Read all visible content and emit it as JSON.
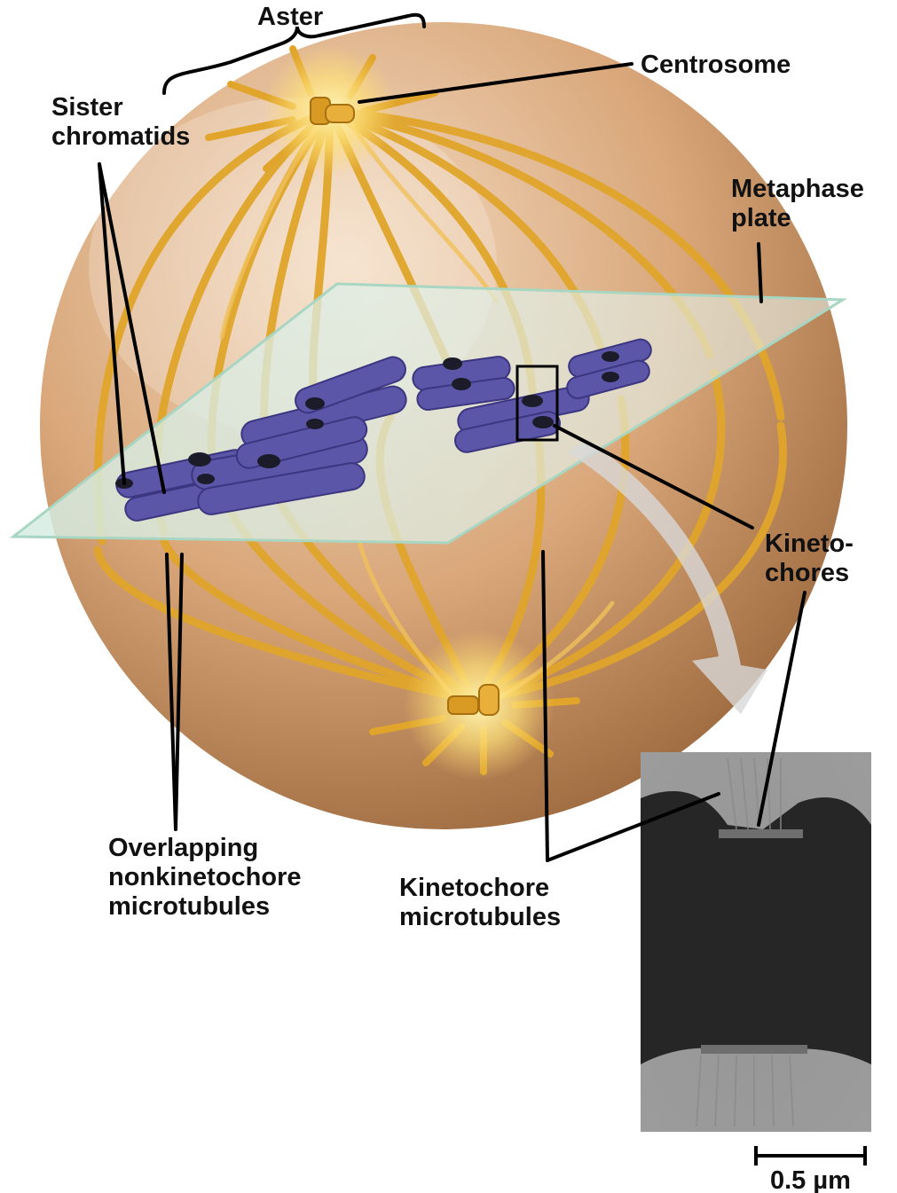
{
  "labels": {
    "aster": "Aster",
    "centrosome": "Centrosome",
    "sister_chromatids": [
      "Sister",
      "chromatids"
    ],
    "metaphase_plate": [
      "Metaphase",
      "plate"
    ],
    "kinetochores": [
      "Kineto-",
      "chores"
    ],
    "overlapping_microtubules": [
      "Overlapping",
      "nonkinetochore",
      "microtubules"
    ],
    "kinetochore_microtubules": [
      "Kinetochore",
      "microtubules"
    ],
    "scale_bar": "0.5 µm"
  },
  "colors": {
    "cell_body": "#d9a77a",
    "microtubule": "#e0a52a",
    "chromosome": "#5b56a8",
    "kinetochore": "#1b1b2a",
    "plate": "#bfe0d2",
    "leader_line": "#000000"
  }
}
